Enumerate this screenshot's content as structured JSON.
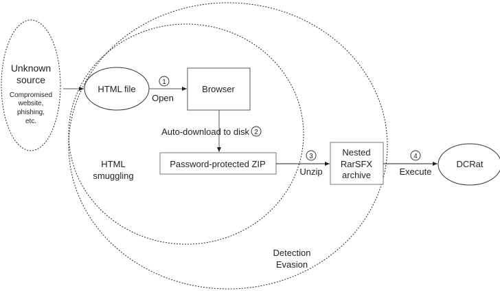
{
  "nodes": {
    "unknown_source": {
      "title_line1": "Unknown",
      "title_line2": "source",
      "desc1": "Compromised",
      "desc2": "website,",
      "desc3": "phishing,",
      "desc4": "etc."
    },
    "html_file": {
      "label": "HTML file"
    },
    "browser": {
      "label": "Browser"
    },
    "zip": {
      "label": "Password-protected ZIP"
    },
    "nested": {
      "line1": "Nested",
      "line2": "RarSFX",
      "line3": "archive"
    },
    "dcrat": {
      "label": "DCRat"
    }
  },
  "regions": {
    "smuggling": {
      "line1": "HTML",
      "line2": "smuggling"
    },
    "evasion": {
      "line1": "Detection",
      "line2": "Evasion"
    }
  },
  "edges": {
    "open": {
      "step": "1",
      "label": "Open"
    },
    "download": {
      "step": "2",
      "label": "Auto-download to disk"
    },
    "unzip": {
      "step": "3",
      "label": "Unzip"
    },
    "execute": {
      "step": "4",
      "label": "Execute"
    }
  },
  "colors": {
    "stroke": "#222222",
    "box_stroke": "#666666"
  }
}
